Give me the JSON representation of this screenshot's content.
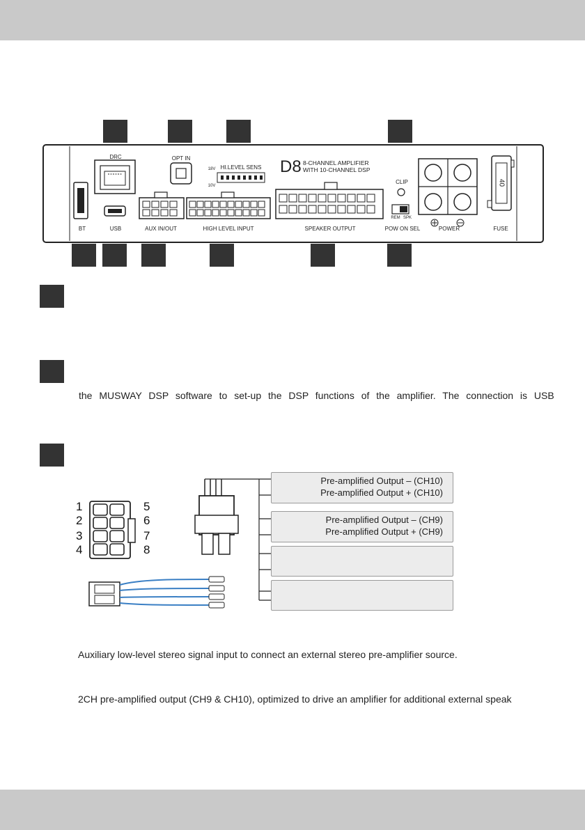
{
  "panel": {
    "model": "D8",
    "subtitle_1": "8-CHANNEL AMPLIFIER",
    "subtitle_2": "WITH 10-CHANNEL DSP",
    "top_labels": {
      "drc": "DRC",
      "opt_in": "OPT IN",
      "hi_level_sens": "HI.LEVEL SENS",
      "sens_18v": "18V",
      "sens_10v": "10V",
      "clip": "CLIP",
      "rem": "REM",
      "spk": "SPK",
      "fuse_value": "40"
    },
    "bottom_labels": [
      "BT",
      "USB",
      "AUX IN/OUT",
      "HIGH LEVEL INPUT",
      "SPEAKER OUTPUT",
      "POW ON SEL",
      "POWER",
      "FUSE"
    ]
  },
  "sections": {
    "usb_text": "the MUSWAY DSP software to set-up the DSP functions of the amplifier. The connection is USB",
    "aux_text": "Auxiliary low-level stereo signal input to connect an external stereo pre-amplifier source.",
    "pre_out_text": "2CH pre-amplified output (CH9 & CH10), optimized to drive an amplifier for additional external speak"
  },
  "diagram": {
    "pins_left": [
      "1",
      "2",
      "3",
      "4"
    ],
    "pins_right": [
      "5",
      "6",
      "7",
      "8"
    ],
    "boxes": [
      [
        "Pre-amplified Output – (CH10)",
        "Pre-amplified Output + (CH10)"
      ],
      [
        "Pre-amplified Output – (CH9)",
        "Pre-amplified Output + (CH9)"
      ],
      [],
      []
    ]
  }
}
